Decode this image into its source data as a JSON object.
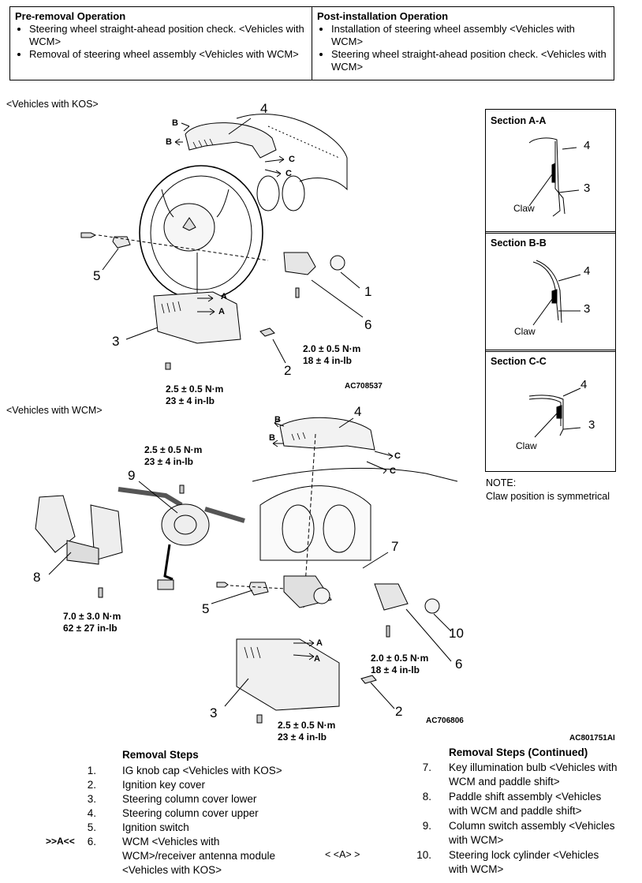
{
  "ops": {
    "pre_title": "Pre-removal Operation",
    "pre_items": [
      "Steering wheel straight-ahead position check. <Vehicles with WCM>",
      "Removal of steering wheel assembly <Vehicles with WCM>"
    ],
    "post_title": "Post-installation Operation",
    "post_items": [
      "Installation of steering wheel assembly <Vehicles with WCM>",
      "Steering wheel straight-ahead position check. <Vehicles with WCM>"
    ]
  },
  "kos": {
    "caption": "<Vehicles with KOS>",
    "callouts": [
      "4",
      "5",
      "1",
      "6",
      "3",
      "2"
    ],
    "letters": [
      "B",
      "B",
      "C",
      "C",
      "A",
      "A"
    ],
    "torque1_a": "2.0 ± 0.5 N·m",
    "torque1_b": "18 ± 4 in-lb",
    "torque2_a": "2.5 ± 0.5 N·m",
    "torque2_b": "23 ± 4 in-lb",
    "fig_id": "AC708537"
  },
  "wcm": {
    "caption": "<Vehicles with WCM>",
    "callouts": [
      "4",
      "9",
      "7",
      "8",
      "5",
      "10",
      "6",
      "3",
      "2"
    ],
    "letters": [
      "B",
      "B",
      "C",
      "C",
      "A",
      "A"
    ],
    "torque1_a": "2.5 ± 0.5 N·m",
    "torque1_b": "23 ± 4 in-lb",
    "torque2_a": "7.0 ± 3.0 N·m",
    "torque2_b": "62 ± 27 in-lb",
    "torque3_a": "2.0 ± 0.5 N·m",
    "torque3_b": "18 ± 4 in-lb",
    "torque4_a": "2.5 ± 0.5 N·m",
    "torque4_b": "23 ± 4 in-lb",
    "fig_id": "AC706806"
  },
  "overall_fig_id": "AC801751AI",
  "sections": [
    {
      "title": "Section A-A",
      "num_top": "4",
      "num_bottom": "3",
      "claw": "Claw"
    },
    {
      "title": "Section B-B",
      "num_top": "4",
      "num_bottom": "3",
      "claw": "Claw"
    },
    {
      "title": "Section C-C",
      "num_top": "4",
      "num_bottom": "3",
      "claw": "Claw"
    }
  ],
  "note": {
    "label": "NOTE:",
    "text": "Claw position is symmetrical"
  },
  "steps": {
    "title": "Removal Steps",
    "items": [
      {
        "n": "1.",
        "t": "IG knob cap <Vehicles with KOS>"
      },
      {
        "n": "2.",
        "t": "Ignition key cover"
      },
      {
        "n": "3.",
        "t": "Steering column cover lower"
      },
      {
        "n": "4.",
        "t": "Steering column cover upper"
      },
      {
        "n": "5.",
        "t": "Ignition switch"
      },
      {
        "n": "6.",
        "t1": "WCM <Vehicles with",
        "t2": "WCM>/receiver antenna module",
        "t3": "<Vehicles with KOS>"
      }
    ],
    "mark_left": ">>A<<",
    "cont_title": "Removal Steps (Continued)",
    "cont_items": [
      {
        "n": "7.",
        "t1": "Key illumination bulb <Vehicles with",
        "t2": "WCM and paddle shift>"
      },
      {
        "n": "8.",
        "t1": "Paddle shift assembly <Vehicles",
        "t2": "with WCM and paddle shift>"
      },
      {
        "n": "9.",
        "t1": "Column switch assembly <Vehicles",
        "t2": "with WCM>"
      },
      {
        "n": "10.",
        "t1": "Steering lock cylinder <Vehicles",
        "t2": "with WCM>"
      }
    ],
    "mark_mid": "< <A> >"
  }
}
